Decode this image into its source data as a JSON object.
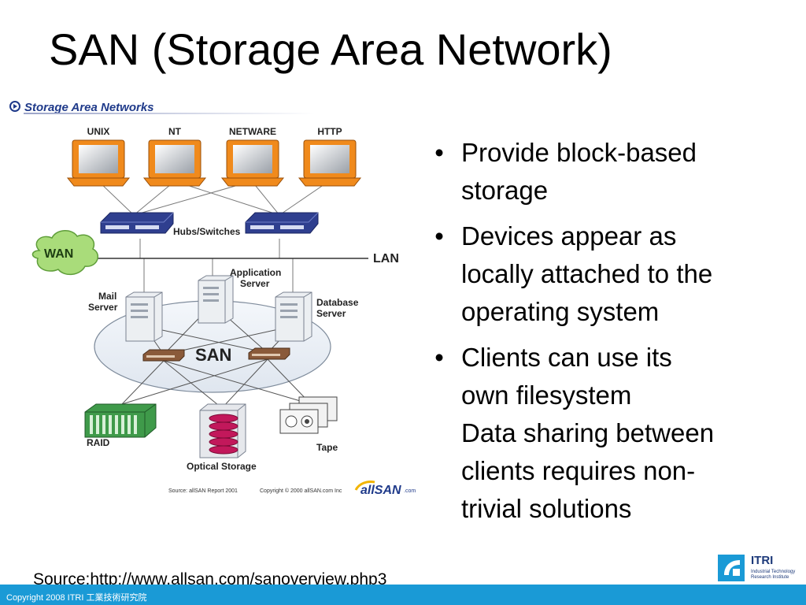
{
  "slide": {
    "title": "SAN (Storage Area Network)",
    "source_note": "Source:http://www.allsan.com/sanoverview.php3",
    "footer_copyright": "Copyright 2008 ITRI 工業技術研究院"
  },
  "figure": {
    "header": "Storage Area Networks",
    "clients": [
      "UNIX",
      "NT",
      "NETWARE",
      "HTTP"
    ],
    "hubs_label": "Hubs/Switches",
    "wan_label": "WAN",
    "lan_label": "LAN",
    "san_label": "SAN",
    "servers": {
      "mail": [
        "Mail",
        "Server"
      ],
      "application": [
        "Application",
        "Server"
      ],
      "database": [
        "Database",
        "Server"
      ]
    },
    "storage": {
      "raid": "RAID",
      "optical": "Optical Storage",
      "tape": "Tape"
    },
    "credit_source": "Source: allSAN Report 2001",
    "credit_copyright": "Copyright © 2000 allSAN.com Inc",
    "logo_text": "allSAN",
    "logo_suffix": ".com"
  },
  "bullets": [
    {
      "lines": [
        "Provide block-based",
        "storage"
      ]
    },
    {
      "lines": [
        "Devices appear as",
        "locally attached to the",
        "operating system"
      ]
    },
    {
      "lines": [
        "Clients can use its",
        "own filesystem",
        "Data sharing between",
        "clients requires non-",
        "trivial solutions"
      ]
    }
  ],
  "logo": {
    "name": "ITRI",
    "subtitle": [
      "Industrial Technology",
      "Research Institute"
    ]
  },
  "colors": {
    "footer_bar": "#1a9ad6",
    "monitor_orange": "#f08a1c",
    "switch_blue": "#2f3f8f",
    "raid_green": "#3f9a4a",
    "optical_disc": "#c2185b"
  }
}
